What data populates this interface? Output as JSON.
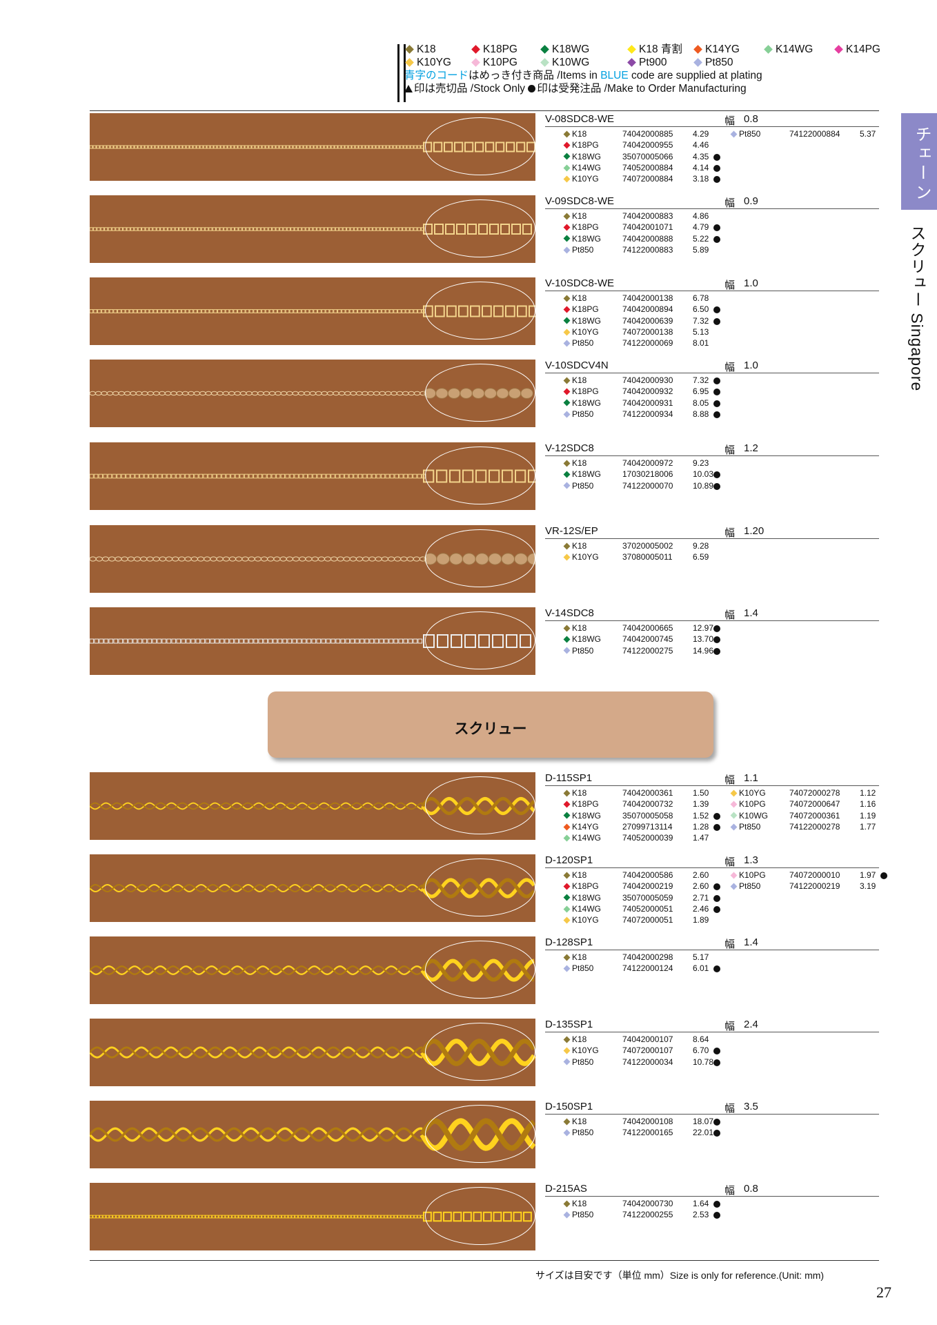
{
  "colors": {
    "K18": "#8a7a36",
    "K18PG": "#e0182a",
    "K18WG": "#0a8040",
    "K18_aowari": "#ffe81a",
    "K14YG": "#ee5a20",
    "K14WG": "#86cf96",
    "K14PG": "#e63da0",
    "K10YG": "#f6c848",
    "K10PG": "#f6b8d8",
    "K10WG": "#b9e2c4",
    "Pt900": "#8c4aa6",
    "Pt850": "#a9b2e0",
    "photo_bg": "#9c5f35",
    "section_bg": "#d4a989",
    "side_tab": "#8c89c8"
  },
  "legend": {
    "row1": [
      "K18",
      "K18PG",
      "K18WG",
      "K18 青割",
      "K14YG",
      "K14WG",
      "K14PG"
    ],
    "row1_colors": [
      "K18",
      "K18PG",
      "K18WG",
      "K18_aowari",
      "K14YG",
      "K14WG",
      "K14PG"
    ],
    "row2": [
      "K10YG",
      "K10PG",
      "K10WG",
      "Pt900",
      "Pt850"
    ],
    "row2_colors": [
      "K10YG",
      "K10PG",
      "K10WG",
      "Pt900",
      "Pt850"
    ],
    "note_blue_1": "青字のコード",
    "note_1a": "はめっき付き商品 /Items in ",
    "note_blue_2": "BLUE",
    "note_1b": " code are supplied at plating",
    "note_2a": "印は売切品 /Stock Only  ",
    "note_2b": "印は受発注品 /Make to Order Manufacturing"
  },
  "side": {
    "tab": "チェーン",
    "sub": "スクリュー Singapore"
  },
  "width_label": "幅",
  "section_title": "スクリュー",
  "footer": "サイズは目安です（単位 mm）Size is only for reference.(Unit: mm)",
  "page_number": "27",
  "entries": [
    {
      "code": "V-08SDC8-WE",
      "width": "0.8",
      "style": "box",
      "scale": 0.5,
      "tone": "gold",
      "col1": [
        [
          "K18",
          "74042000885",
          "4.29",
          false
        ],
        [
          "K18PG",
          "74042000955",
          "4.46",
          false
        ],
        [
          "K18WG",
          "35070005066",
          "4.35",
          true
        ],
        [
          "K14WG",
          "74052000884",
          "4.14",
          true
        ],
        [
          "K10YG",
          "74072000884",
          "3.18",
          true
        ]
      ],
      "col2": [
        [
          "Pt850",
          "74122000884",
          "5.37",
          false
        ]
      ]
    },
    {
      "code": "V-09SDC8-WE",
      "width": "0.9",
      "style": "box",
      "scale": 0.6,
      "tone": "gold",
      "col1": [
        [
          "K18",
          "74042000883",
          "4.86",
          false
        ],
        [
          "K18PG",
          "74042001071",
          "4.79",
          true
        ],
        [
          "K18WG",
          "74042000888",
          "5.22",
          true
        ],
        [
          "Pt850",
          "74122000883",
          "5.89",
          false
        ]
      ],
      "col2": []
    },
    {
      "code": "V-10SDC8-WE",
      "width": "1.0",
      "style": "box",
      "scale": 0.7,
      "tone": "gold",
      "col1": [
        [
          "K18",
          "74042000138",
          "6.78",
          false
        ],
        [
          "K18PG",
          "74042000894",
          "6.50",
          true
        ],
        [
          "K18WG",
          "74042000639",
          "7.32",
          true
        ],
        [
          "K10YG",
          "74072000138",
          "5.13",
          false
        ],
        [
          "Pt850",
          "74122000069",
          "8.01",
          false
        ]
      ],
      "col2": []
    },
    {
      "code": "V-10SDCV4N",
      "width": "1.0",
      "style": "twist",
      "scale": 0.6,
      "tone": "pale",
      "col1": [
        [
          "K18",
          "74042000930",
          "7.32",
          true
        ],
        [
          "K18PG",
          "74042000932",
          "6.95",
          true
        ],
        [
          "K18WG",
          "74042000931",
          "8.05",
          true
        ],
        [
          "Pt850",
          "74122000934",
          "8.88",
          true
        ]
      ],
      "col2": []
    },
    {
      "code": "V-12SDC8",
      "width": "1.2",
      "style": "box",
      "scale": 0.9,
      "tone": "gold",
      "col1": [
        [
          "K18",
          "74042000972",
          "9.23",
          false
        ],
        [
          "K18WG",
          "17030218006",
          "10.03",
          true
        ],
        [
          "Pt850",
          "74122000070",
          "10.89",
          true
        ]
      ],
      "col2": []
    },
    {
      "code": "VR-12S/EP",
      "width": "1.20",
      "style": "twist",
      "scale": 0.8,
      "tone": "pale",
      "col1": [
        [
          "K18",
          "37020005002",
          "9.28",
          false
        ],
        [
          "K10YG",
          "37080005011",
          "6.59",
          false
        ]
      ],
      "col2": []
    },
    {
      "code": "V-14SDC8",
      "width": "1.4",
      "style": "box",
      "scale": 1.0,
      "tone": "silver",
      "col1": [
        [
          "K18",
          "74042000665",
          "12.97",
          true
        ],
        [
          "K18WG",
          "74042000745",
          "13.70",
          true
        ],
        [
          "Pt850",
          "74122000275",
          "14.96",
          true
        ]
      ],
      "col2": []
    },
    {
      "code": "D-115SP1",
      "width": "1.1",
      "style": "rope",
      "scale": 0.6,
      "tone": "yellow",
      "col1": [
        [
          "K18",
          "74042000361",
          "1.50",
          false
        ],
        [
          "K18PG",
          "74042000732",
          "1.39",
          false
        ],
        [
          "K18WG",
          "35070005058",
          "1.52",
          true
        ],
        [
          "K14YG",
          "27099713114",
          "1.28",
          true
        ],
        [
          "K14WG",
          "74052000039",
          "1.47",
          false
        ]
      ],
      "col2": [
        [
          "K10YG",
          "74072000278",
          "1.12",
          false
        ],
        [
          "K10PG",
          "74072000647",
          "1.16",
          false
        ],
        [
          "K10WG",
          "74072000361",
          "1.19",
          false
        ],
        [
          "Pt850",
          "74122000278",
          "1.77",
          false
        ]
      ]
    },
    {
      "code": "D-120SP1",
      "width": "1.3",
      "style": "rope",
      "scale": 0.75,
      "tone": "yellow",
      "col1": [
        [
          "K18",
          "74042000586",
          "2.60",
          false
        ],
        [
          "K18PG",
          "74042000219",
          "2.60",
          true
        ],
        [
          "K18WG",
          "35070005059",
          "2.71",
          true
        ],
        [
          "K14WG",
          "74052000051",
          "2.46",
          true
        ],
        [
          "K10YG",
          "74072000051",
          "1.89",
          false
        ]
      ],
      "col2": [
        [
          "K10PG",
          "74072000010",
          "1.97",
          true
        ],
        [
          "Pt850",
          "74122000219",
          "3.19",
          false
        ]
      ]
    },
    {
      "code": "D-128SP1",
      "width": "1.4",
      "style": "rope",
      "scale": 0.95,
      "tone": "yellow",
      "col1": [
        [
          "K18",
          "74042000298",
          "5.17",
          false
        ],
        [
          "Pt850",
          "74122000124",
          "6.01",
          true
        ]
      ],
      "col2": []
    },
    {
      "code": "D-135SP1",
      "width": "2.4",
      "style": "rope",
      "scale": 1.3,
      "tone": "yellow",
      "col1": [
        [
          "K18",
          "74042000107",
          "8.64",
          false
        ],
        [
          "K10YG",
          "74072000107",
          "6.70",
          true
        ],
        [
          "Pt850",
          "74122000034",
          "10.78",
          true
        ]
      ],
      "col2": []
    },
    {
      "code": "D-150SP1",
      "width": "3.5",
      "style": "rope",
      "scale": 1.7,
      "tone": "yellow",
      "col1": [
        [
          "K18",
          "74042000108",
          "18.07",
          true
        ],
        [
          "Pt850",
          "74122000165",
          "22.01",
          true
        ]
      ],
      "col2": []
    },
    {
      "code": "D-215AS",
      "width": "0.8",
      "style": "thin",
      "scale": 0.45,
      "tone": "yellow",
      "col1": [
        [
          "K18",
          "74042000730",
          "1.64",
          true
        ],
        [
          "Pt850",
          "74122000255",
          "2.53",
          true
        ]
      ],
      "col2": []
    }
  ]
}
